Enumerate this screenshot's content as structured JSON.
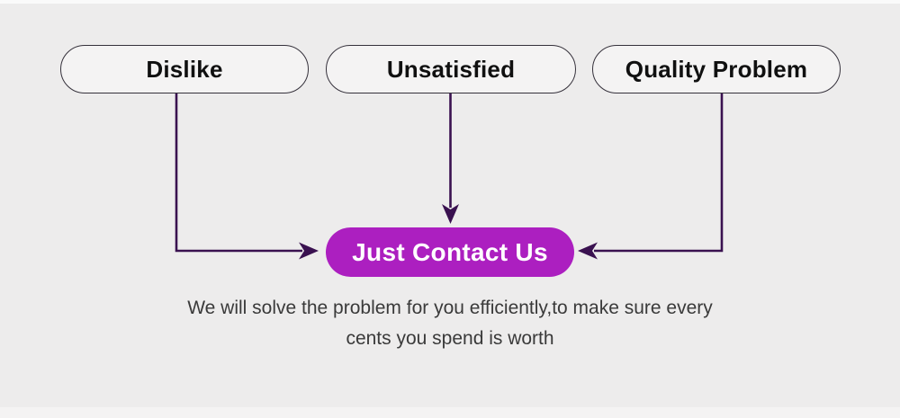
{
  "diagram": {
    "nodes": [
      {
        "label": "Dislike"
      },
      {
        "label": "Unsatisfied"
      },
      {
        "label": "Quality Problem"
      }
    ],
    "cta": {
      "label": "Just Contact Us"
    },
    "caption": {
      "line1": "We will solve the problem for you efficiently,to make sure every",
      "line2": "cents you spend is worth"
    },
    "icons": [
      "arrow-down-icon",
      "arrow-right-icon",
      "arrow-left-icon"
    ],
    "colors": {
      "background": "#edecec",
      "node_fill": "#f4f3f3",
      "node_border": "#35313b",
      "node_text": "#101010",
      "arrow": "#3a1150",
      "cta_background": "#ac1fc0",
      "cta_text": "#ffffff",
      "caption_text": "#3a3a3a"
    }
  }
}
